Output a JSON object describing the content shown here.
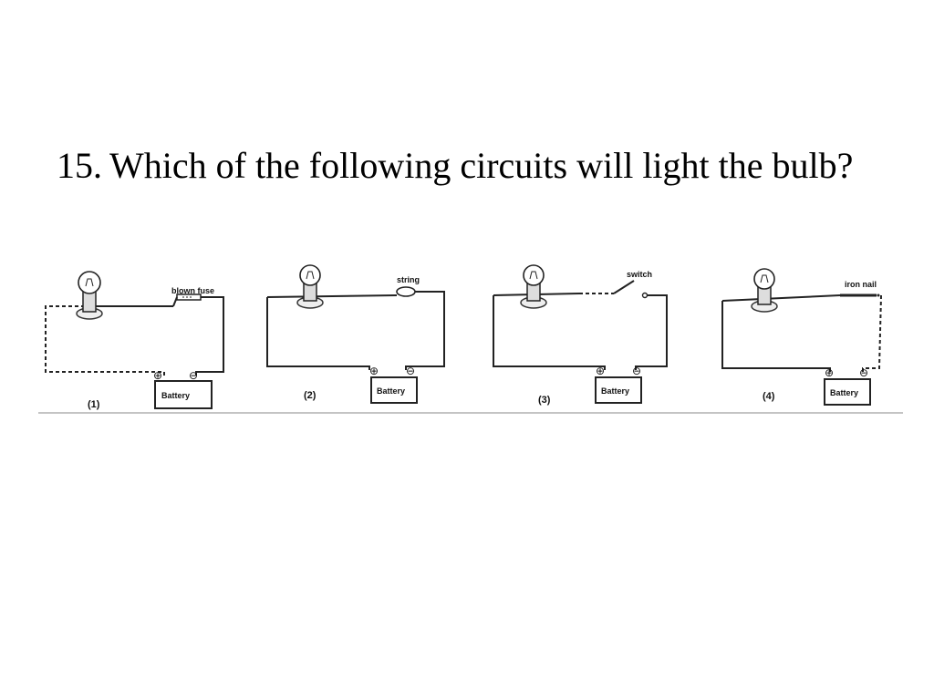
{
  "question": {
    "number": "15.",
    "text": "Which of the following circuits will light the bulb?"
  },
  "circuits": [
    {
      "label": "(1)",
      "component": "blown fuse",
      "battery": "Battery",
      "plus": "⊕",
      "minus": "⊖"
    },
    {
      "label": "(2)",
      "component": "string",
      "battery": "Battery",
      "plus": "⊕",
      "minus": "⊖"
    },
    {
      "label": "(3)",
      "component": "switch",
      "battery": "Battery",
      "plus": "⊕",
      "minus": "⊖"
    },
    {
      "label": "(4)",
      "component": "iron nail",
      "battery": "Battery",
      "plus": "⊕",
      "minus": "⊖"
    }
  ]
}
